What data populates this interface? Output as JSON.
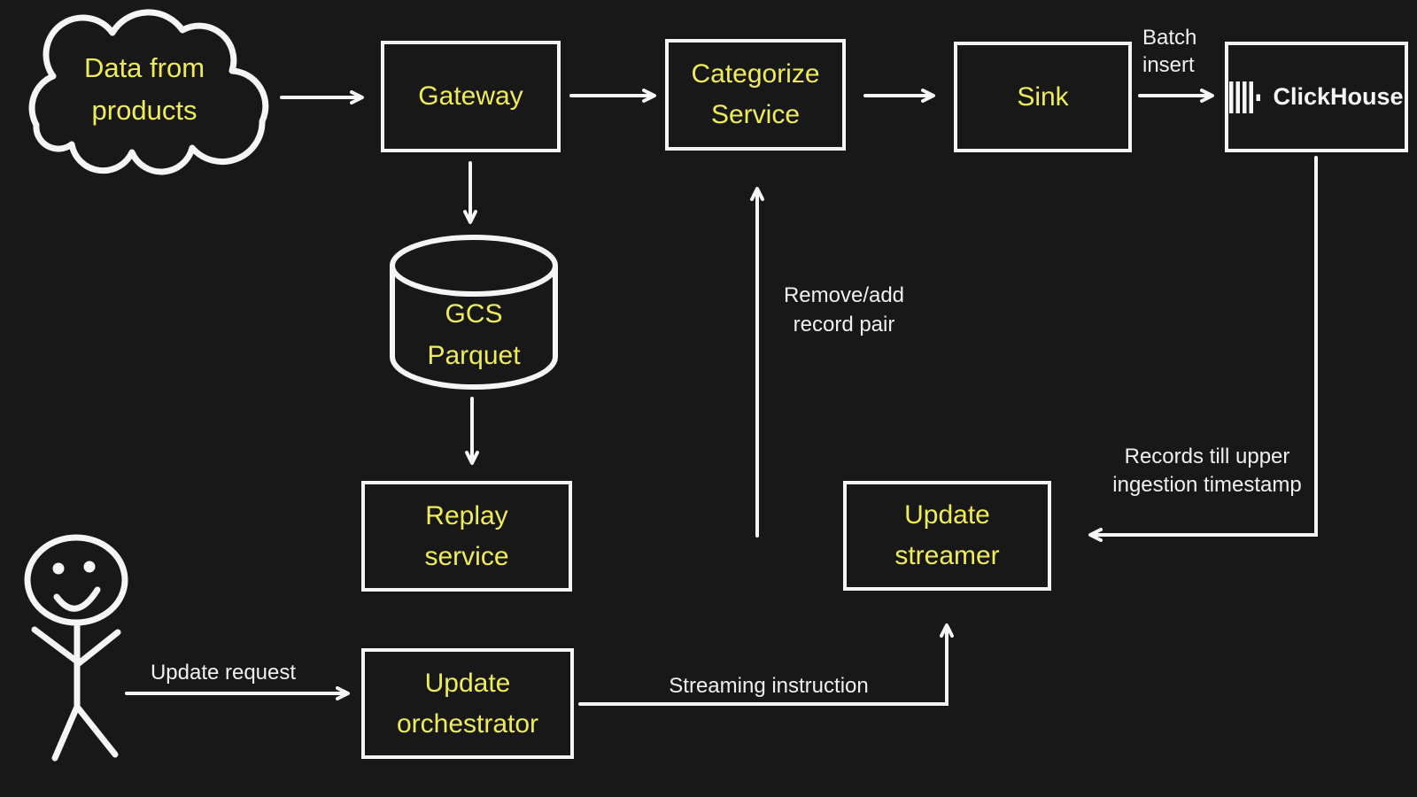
{
  "colors": {
    "background": "#181818",
    "node-text": "#EFEC5B",
    "line": "#F5F5F5",
    "label-text": "#F0F0F0"
  },
  "nodes": {
    "cloud": {
      "label": "Data from\nproducts"
    },
    "gateway": {
      "label": "Gateway"
    },
    "categorize_service": {
      "label": "Categorize\nService"
    },
    "sink": {
      "label": "Sink"
    },
    "clickhouse": {
      "label": "ClickHouse"
    },
    "gcs_parquet": {
      "label": "GCS\nParquet"
    },
    "replay_service": {
      "label": "Replay\nservice"
    },
    "update_orchestrator": {
      "label": "Update\norchestrator"
    },
    "update_streamer": {
      "label": "Update\nstreamer"
    }
  },
  "edge_labels": {
    "batch_insert": "Batch\ninsert",
    "remove_add_record_pair": "Remove/add\nrecord pair",
    "records_till_upper": "Records till upper\ningestion timestamp",
    "streaming_instruction": "Streaming instruction",
    "update_request": "Update request"
  }
}
